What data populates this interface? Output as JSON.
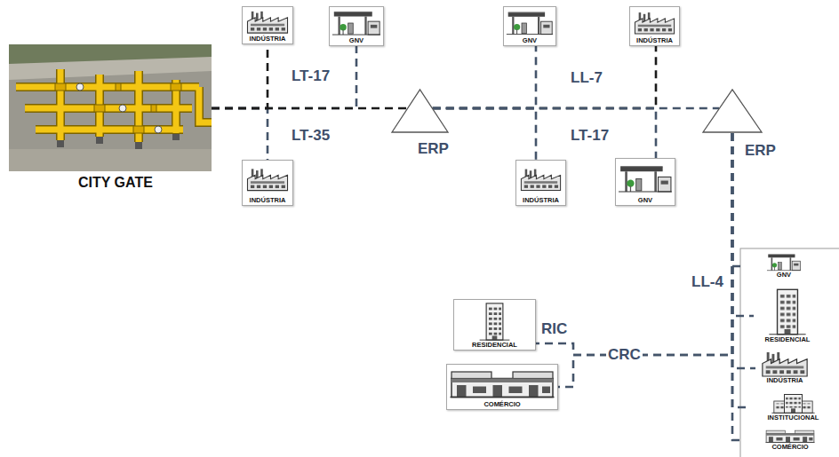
{
  "diagram": {
    "nodes": [
      {
        "text": [
          "CITY GATE"
        ]
      },
      {
        "text": [
          "INDÚSTRIA"
        ]
      },
      {
        "text": [
          "GNV"
        ]
      },
      {
        "text": [
          "GNV"
        ]
      },
      {
        "text": [
          "INDÚSTRIA"
        ]
      },
      {
        "text": [
          "ERP"
        ]
      },
      {
        "text": [
          "ERP"
        ]
      },
      {
        "text": [
          "INDÚSTRIA"
        ]
      },
      {
        "text": [
          "INDÚSTRIA"
        ]
      },
      {
        "text": [
          "GNV"
        ]
      },
      {
        "text": [
          "GNV"
        ]
      },
      {
        "text": [
          "RESIDENCIAL"
        ]
      },
      {
        "text": [
          "INDÚSTRIA"
        ]
      },
      {
        "text": [
          "INSTITUCIONAL"
        ]
      },
      {
        "text": [
          "COMÉRCIO"
        ]
      },
      {
        "text": [
          "RESIDENCIAL"
        ]
      },
      {
        "text": [
          "COMÉRCIO"
        ]
      }
    ],
    "edges": [
      {
        "from": 0,
        "to": 1,
        "label": "LT-17",
        "arrow": "none"
      },
      {
        "from": 0,
        "to": 7,
        "arrow": "none"
      },
      {
        "from": 0,
        "to": 2,
        "arrow": "none"
      },
      {
        "from": 0,
        "to": 5,
        "label": "LT-35",
        "arrow": "none"
      },
      {
        "from": 5,
        "to": 3,
        "arrow": "none"
      },
      {
        "from": 5,
        "to": 8,
        "label": "LT-17",
        "arrow": "none"
      },
      {
        "from": 5,
        "to": 4,
        "arrow": "none"
      },
      {
        "from": 5,
        "to": 9,
        "arrow": "none"
      },
      {
        "from": 5,
        "to": 6,
        "label": "LL-7",
        "arrow": "none"
      },
      {
        "from": 6,
        "to": 10,
        "label": "LL-4",
        "arrow": "none"
      },
      {
        "from": 6,
        "to": 11,
        "arrow": "none"
      },
      {
        "from": 6,
        "to": 12,
        "arrow": "none"
      },
      {
        "from": 6,
        "to": 13,
        "arrow": "none"
      },
      {
        "from": 6,
        "to": 14,
        "arrow": "none"
      },
      {
        "from": 6,
        "to": 15,
        "label": "RIC",
        "arrow": "none"
      },
      {
        "from": 6,
        "to": 16,
        "label": "CRC",
        "arrow": "none"
      }
    ]
  }
}
